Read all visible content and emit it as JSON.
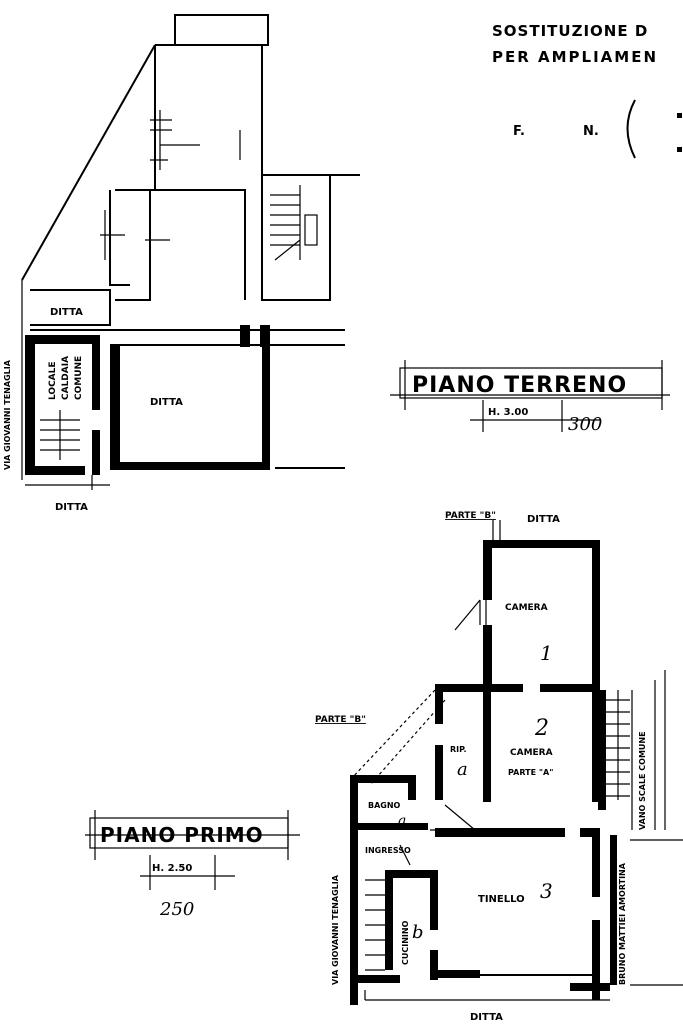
{
  "header": {
    "line1": "SOSTITUZIONE D",
    "line2": "PER AMPLIAMEN",
    "cadastre_f": "F.",
    "cadastre_n": "N."
  },
  "ground_floor": {
    "title": "PIANO TERRENO",
    "height": "H. 3.00",
    "height_handwritten": "300",
    "labels": {
      "ditta_small": "DITTA",
      "ditta_large": "DITTA",
      "ditta_bottom": "DITTA",
      "locale": "LOCALE",
      "caldaia": "CALDAIA",
      "comune": "COMUNE",
      "street": "VIA GIOVANNI TENAGLIA"
    }
  },
  "first_floor": {
    "title": "PIANO PRIMO",
    "height": "H. 2.50",
    "height_handwritten": "250",
    "labels": {
      "parte_b_top": "PARTE \"B\"",
      "ditta_top": "DITTA",
      "camera1": "CAMERA",
      "num1": "1",
      "num2": "2",
      "camera2": "CAMERA",
      "parte_a": "PARTE \"A\"",
      "parte_b_left": "PARTE \"B\"",
      "rip": "RIP.",
      "rip_letter": "a",
      "bagno": "BAGNO",
      "bagno_letter": "a",
      "ingresso": "INGRESSO",
      "tinello": "TINELLO",
      "num3": "3",
      "cucinino": "CUCININO",
      "cucinino_letter": "b",
      "vano_scale": "VANO SCALE COMUNE",
      "bruno": "BRUNO MATTIEI AMORTINA",
      "street": "VIA GIOVANNI TENAGLIA",
      "ditta_bottom": "DITTA"
    }
  }
}
